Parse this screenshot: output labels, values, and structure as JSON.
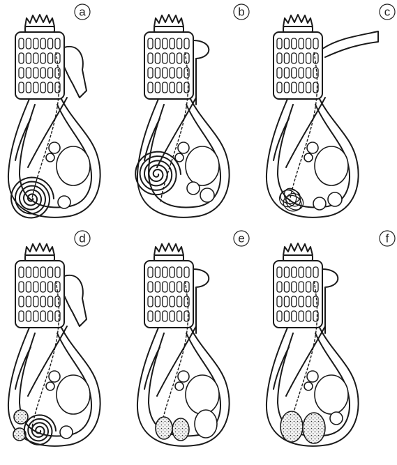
{
  "figure": {
    "panels": [
      {
        "id": "panel-a",
        "label": "a"
      },
      {
        "id": "panel-b",
        "label": "b"
      },
      {
        "id": "panel-c",
        "label": "c"
      },
      {
        "id": "panel-d",
        "label": "d"
      },
      {
        "id": "panel-e",
        "label": "e"
      },
      {
        "id": "panel-f",
        "label": "f"
      }
    ]
  }
}
